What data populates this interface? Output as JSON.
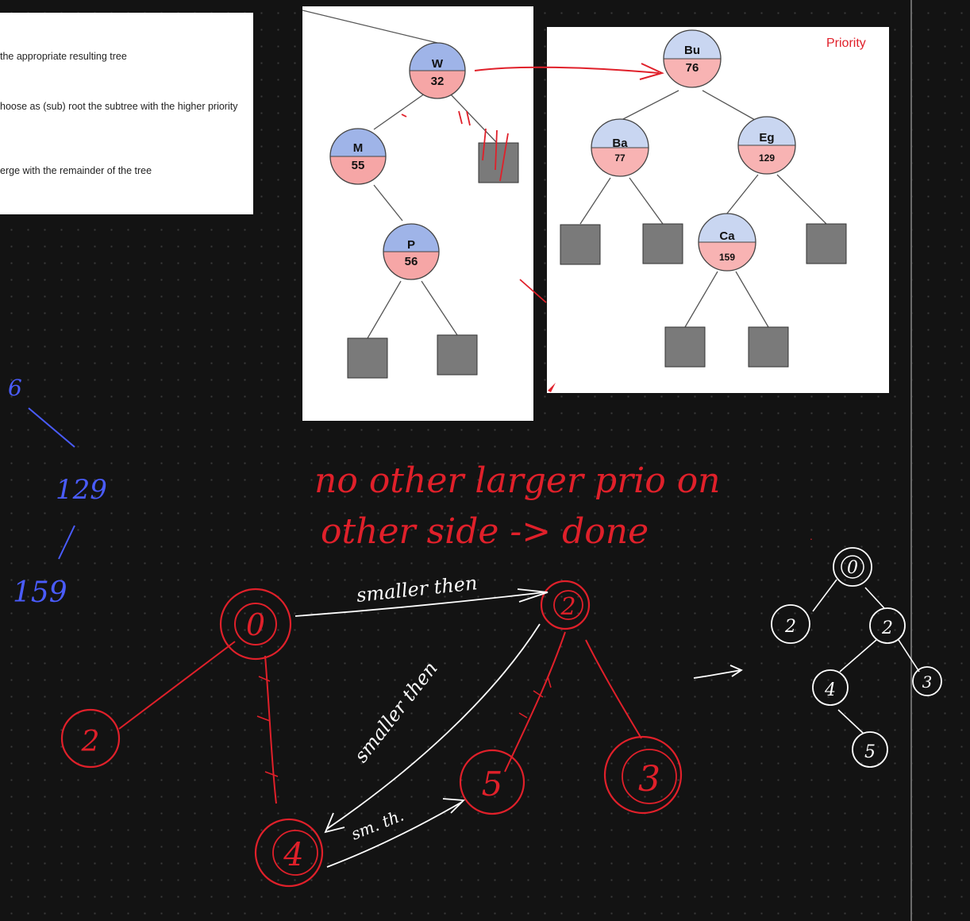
{
  "notes_panel": {
    "lines": [
      "the appropriate resulting tree",
      "hoose as (sub)  root the subtree with the higher priority",
      "erge with the remainder of the tree"
    ]
  },
  "left_tree": {
    "nodes": [
      {
        "key": "W",
        "priority": "32"
      },
      {
        "key": "M",
        "priority": "55"
      },
      {
        "key": "P",
        "priority": "56"
      }
    ]
  },
  "right_tree": {
    "priority_label": "Priority",
    "nodes": [
      {
        "key": "Bu",
        "priority": "76"
      },
      {
        "key": "Ba",
        "priority": "77"
      },
      {
        "key": "Eg",
        "priority": "129"
      },
      {
        "key": "Ca",
        "priority": "159"
      }
    ]
  },
  "handwriting": {
    "blue_numbers": [
      "6",
      "129",
      "159"
    ],
    "red_note_line1": "no other larger prio on",
    "red_note_line2": "other side -> done",
    "arrow_label_top": "smaller then",
    "arrow_label_diag": "smaller then",
    "arrow_label_bottom": "sm. th.",
    "red_tree_nodes": [
      "0",
      "2",
      "2",
      "4",
      "5",
      "3"
    ],
    "white_tree_nodes": [
      "0",
      "2",
      "2",
      "4",
      "3",
      "5"
    ]
  },
  "colors": {
    "canvas_bg": "#131313",
    "node_key_fill": "#9fb4e8",
    "node_priority_fill": "#f6a6a6",
    "leaf_fill": "#7a7a7a",
    "ink_red": "#e0202a",
    "ink_blue": "#4a5cff",
    "ink_white": "#ffffff"
  }
}
